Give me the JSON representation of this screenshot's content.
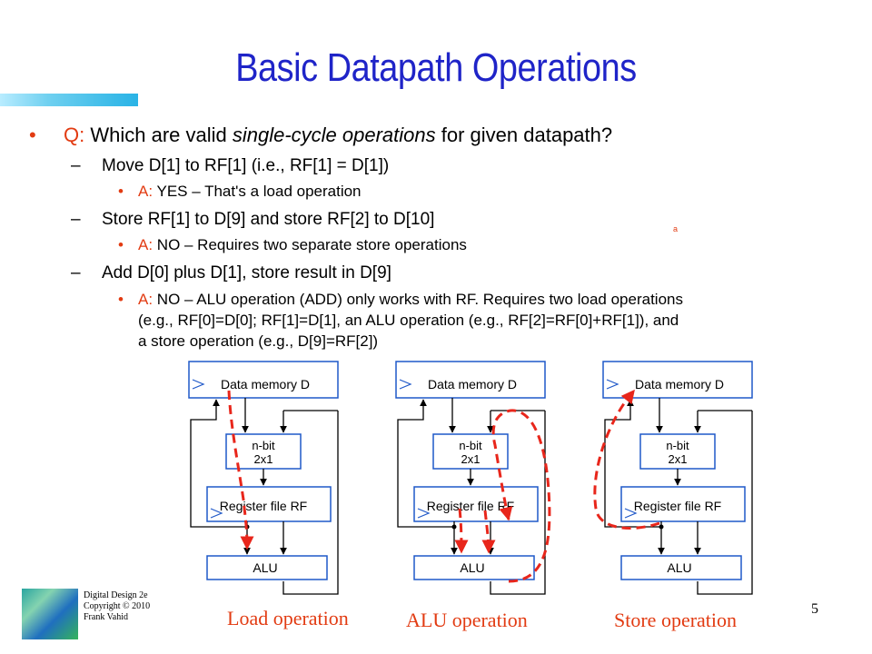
{
  "title": "Basic Datapath Operations",
  "bullets": {
    "q_label": "Q:",
    "q_text_1": " Which are valid ",
    "q_text_italic": "single-cycle operations",
    "q_text_2": " for given datapath?",
    "item1": "Move D[1] to RF[1] (i.e., RF[1] = D[1])",
    "item1_answer_label": "A:",
    "item1_answer": " YES – That's a load operation",
    "item2": "Store RF[1] to D[9] and store RF[2] to D[10]",
    "item2_answer_label": "A:",
    "item2_answer": " NO – Requires two separate store operations",
    "item3": "Add D[0] plus D[1], store result in D[9]",
    "item3_answer_label": "A:",
    "item3_answer_line1": " NO – ALU operation (ADD) only works with RF. Requires two load operations",
    "item3_answer_line2": "(e.g., RF[0]=D[0]; RF[1]=D[1], an ALU operation (e.g., RF[2]=RF[0]+RF[1]), and",
    "item3_answer_line3": "a store operation (e.g., D[9]=RF[2])",
    "dash": "–",
    "dot": "•",
    "stray_mark": "a"
  },
  "datapath_labels": {
    "data_memory": "Data memory D",
    "mux_line1": "n-bit",
    "mux_line2": "2x1",
    "register_file": "Register file RF",
    "alu": "ALU"
  },
  "captions": {
    "load": "Load operation",
    "alu": "ALU operation",
    "store": "Store operation"
  },
  "footer": {
    "line1": "Digital Design 2e",
    "line2": "Copyright © 2010",
    "line3": "Frank Vahid",
    "page_number": "5"
  },
  "colors": {
    "title": "#1f24c8",
    "accent": "#e23b12",
    "box_border": "#1f58c8",
    "path_highlight": "#e8261b"
  }
}
